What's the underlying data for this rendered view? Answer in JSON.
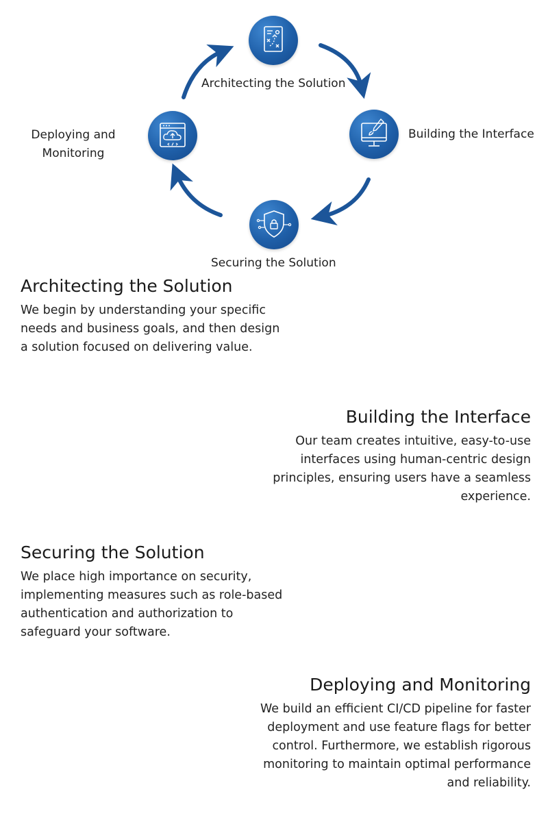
{
  "cycle": {
    "architecting_label": "Architecting the Solution",
    "building_label": "Building the Interface",
    "securing_label": "Securing the Solution",
    "deploying_label": "Deploying and Monitoring",
    "accent_color": "#1f5fa8",
    "arrow_color": "#1c5599",
    "icons": [
      "strategy-document-icon",
      "design-monitor-icon",
      "security-shield-icon",
      "cloud-deploy-icon"
    ]
  },
  "sections": [
    {
      "title": "Architecting the Solution",
      "body": "We begin by understanding your specific needs and business goals, and then design a solution focused on delivering value."
    },
    {
      "title": "Building the Interface",
      "body": "Our team creates intuitive, easy-to-use interfaces using human-centric design principles, ensuring users have a seamless experience."
    },
    {
      "title": "Securing the Solution",
      "body": "We place high importance on security, implementing measures such as role-based authentication and authorization to safeguard your software."
    },
    {
      "title": "Deploying and Monitoring",
      "body": "We build an efficient CI/CD pipeline for faster deployment and use feature flags for better control. Furthermore, we establish rigorous monitoring to maintain optimal performance and reliability."
    }
  ]
}
